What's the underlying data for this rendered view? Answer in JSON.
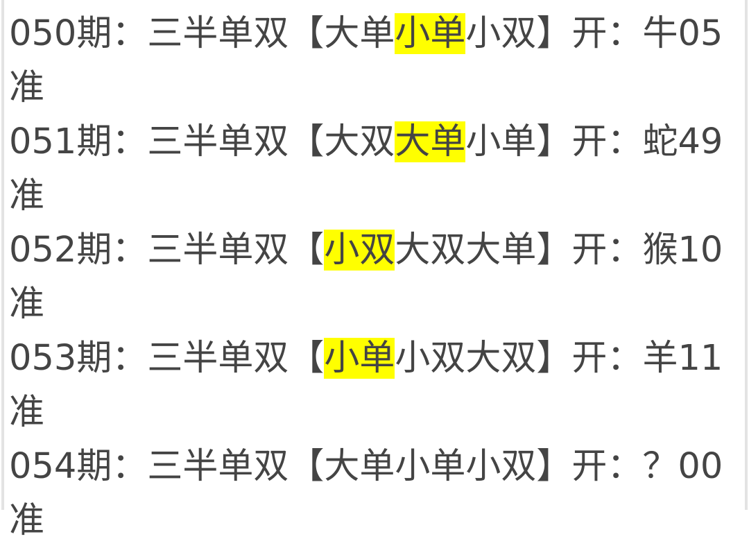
{
  "colors": {
    "text": "#444444",
    "highlight": "#ffff00",
    "background": "#ffffff"
  },
  "records": [
    {
      "period": "050期：",
      "label": "三半单双",
      "open_bracket": "【",
      "pre": "大单",
      "hl": "小单",
      "post": "小双",
      "close_bracket": "】",
      "result_label": "开：",
      "result": "牛05",
      "status": "准"
    },
    {
      "period": "051期：",
      "label": "三半单双",
      "open_bracket": "【",
      "pre": "大双",
      "hl": "大单",
      "post": "小单",
      "close_bracket": "】",
      "result_label": "开：",
      "result": "蛇49",
      "status": "准"
    },
    {
      "period": "052期：",
      "label": "三半单双",
      "open_bracket": "【",
      "pre": "",
      "hl": "小双",
      "post": "大双大单",
      "close_bracket": "】",
      "result_label": "开：",
      "result": "猴10",
      "status": "准"
    },
    {
      "period": "053期：",
      "label": "三半单双",
      "open_bracket": "【",
      "pre": "",
      "hl": "小单",
      "post": "小双大双",
      "close_bracket": "】",
      "result_label": "开：",
      "result": "羊11",
      "status": "准"
    },
    {
      "period": "054期：",
      "label": "三半单双",
      "open_bracket": "【",
      "pre": "大单小单小双",
      "hl": "",
      "post": "",
      "close_bracket": "】",
      "result_label": "开：",
      "result": "？00",
      "status": "准"
    }
  ]
}
